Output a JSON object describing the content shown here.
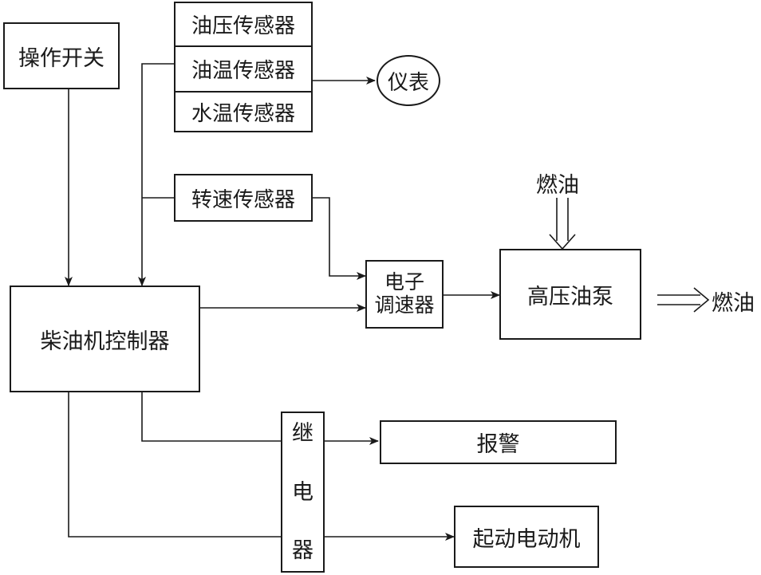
{
  "nodes": {
    "operation_switch": "操作开关",
    "oil_pressure_sensor": "油压传感器",
    "oil_temp_sensor": "油温传感器",
    "water_temp_sensor": "水温传感器",
    "gauge": "仪表",
    "speed_sensor": "转速传感器",
    "fuel_in": "燃油",
    "electronic_governor_line1": "电子",
    "electronic_governor_line2": "调速器",
    "high_pressure_pump": "高压油泵",
    "fuel_out": "燃油",
    "diesel_controller": "柴油机控制器",
    "relay_chars": [
      "继",
      "电",
      "器"
    ],
    "alarm": "报警",
    "starter_motor": "起动电动机"
  },
  "colors": {
    "line": "#1a1a1a",
    "background": "#ffffff"
  }
}
